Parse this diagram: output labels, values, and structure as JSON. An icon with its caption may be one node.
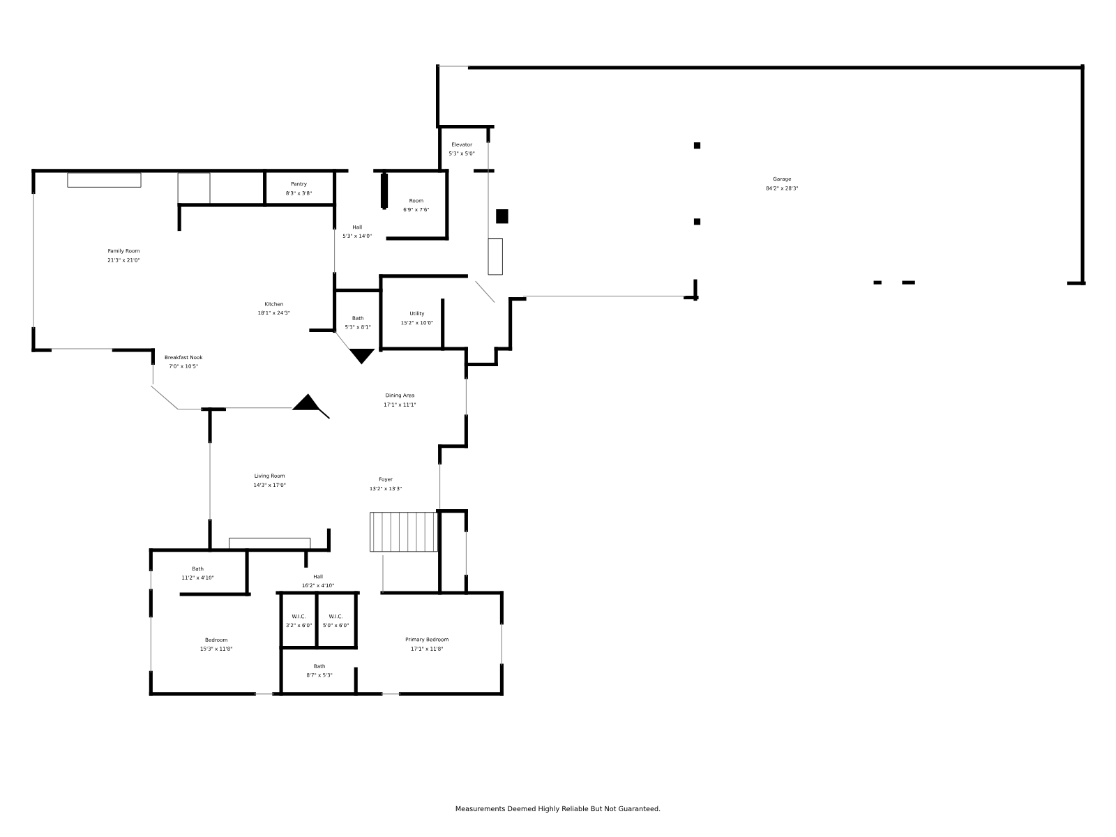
{
  "diagram": {
    "labels": [
      "Elevator",
      "5'3\" x 5'0\"",
      "Garage",
      "84'2\" x 28'3\"",
      "Pantry",
      "8'3\" x 3'8\"",
      "Room",
      "6'9\" x 7'6\"",
      "Hall",
      "5'3\" x 14'0\"",
      "Family Room",
      "21'3\" x 21'0\"",
      "Kitchen",
      "18'1\" x 24'3\"",
      "Bath",
      "5'3\" x 8'1\"",
      "Utility",
      "15'2\" x 10'0\"",
      "Breakfast Nook",
      "7'0\" x 10'5\"",
      "Dining Area",
      "17'1\" x 11'1\"",
      "Living Room",
      "14'3\" x 17'0\"",
      "Foyer",
      "13'2\" x 13'3\"",
      "Bath",
      "11'2\" x 4'10\"",
      "Hall",
      "16'2\" x 4'10\"",
      "W.I.C.",
      "3'2\" x 6'0\"",
      "W.I.C.",
      "5'0\" x 6'0\"",
      "Bedroom",
      "15'3\" x 11'8\"",
      "Primary Bedroom",
      "17'1\" x 11'8\"",
      "Bath",
      "8'7\" x 5'3\"",
      "Measurements Deemed Highly Reliable But Not Guaranteed."
    ]
  }
}
